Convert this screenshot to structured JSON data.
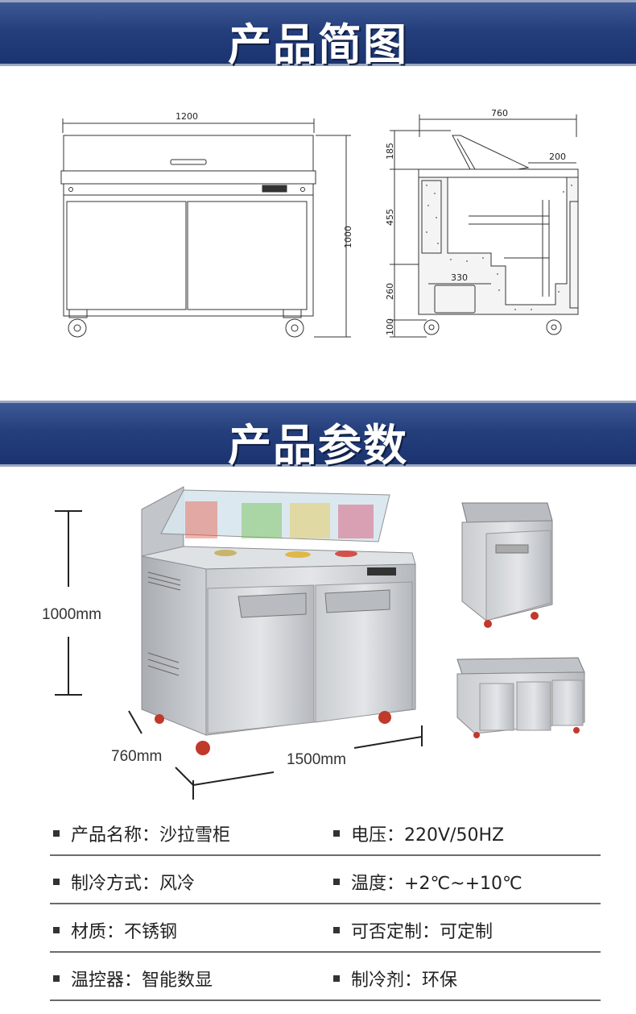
{
  "sections": {
    "diagram_title": "产品简图",
    "params_title": "产品参数"
  },
  "drawing": {
    "front_width": "1200",
    "front_height": "1000",
    "side_depth": "760",
    "side_top": "200",
    "side_h1": "185",
    "side_h2": "455",
    "side_h3": "260",
    "side_h4": "100",
    "side_pan": "330"
  },
  "photo": {
    "height_label": "1000mm",
    "depth_label": "760mm",
    "width_label": "1500mm"
  },
  "specs": [
    {
      "left_label": "产品名称：",
      "left_value": "沙拉雪柜",
      "right_label": "电压：",
      "right_value": "220V/50HZ"
    },
    {
      "left_label": "制冷方式：",
      "left_value": "风冷",
      "right_label": "温度：",
      "right_value": "+2℃~+10℃"
    },
    {
      "left_label": "材质：",
      "left_value": "不锈钢",
      "right_label": "可否定制：",
      "right_value": "可定制"
    },
    {
      "left_label": "温控器：",
      "left_value": "智能数显",
      "right_label": "制冷剂：",
      "right_value": "环保"
    }
  ]
}
